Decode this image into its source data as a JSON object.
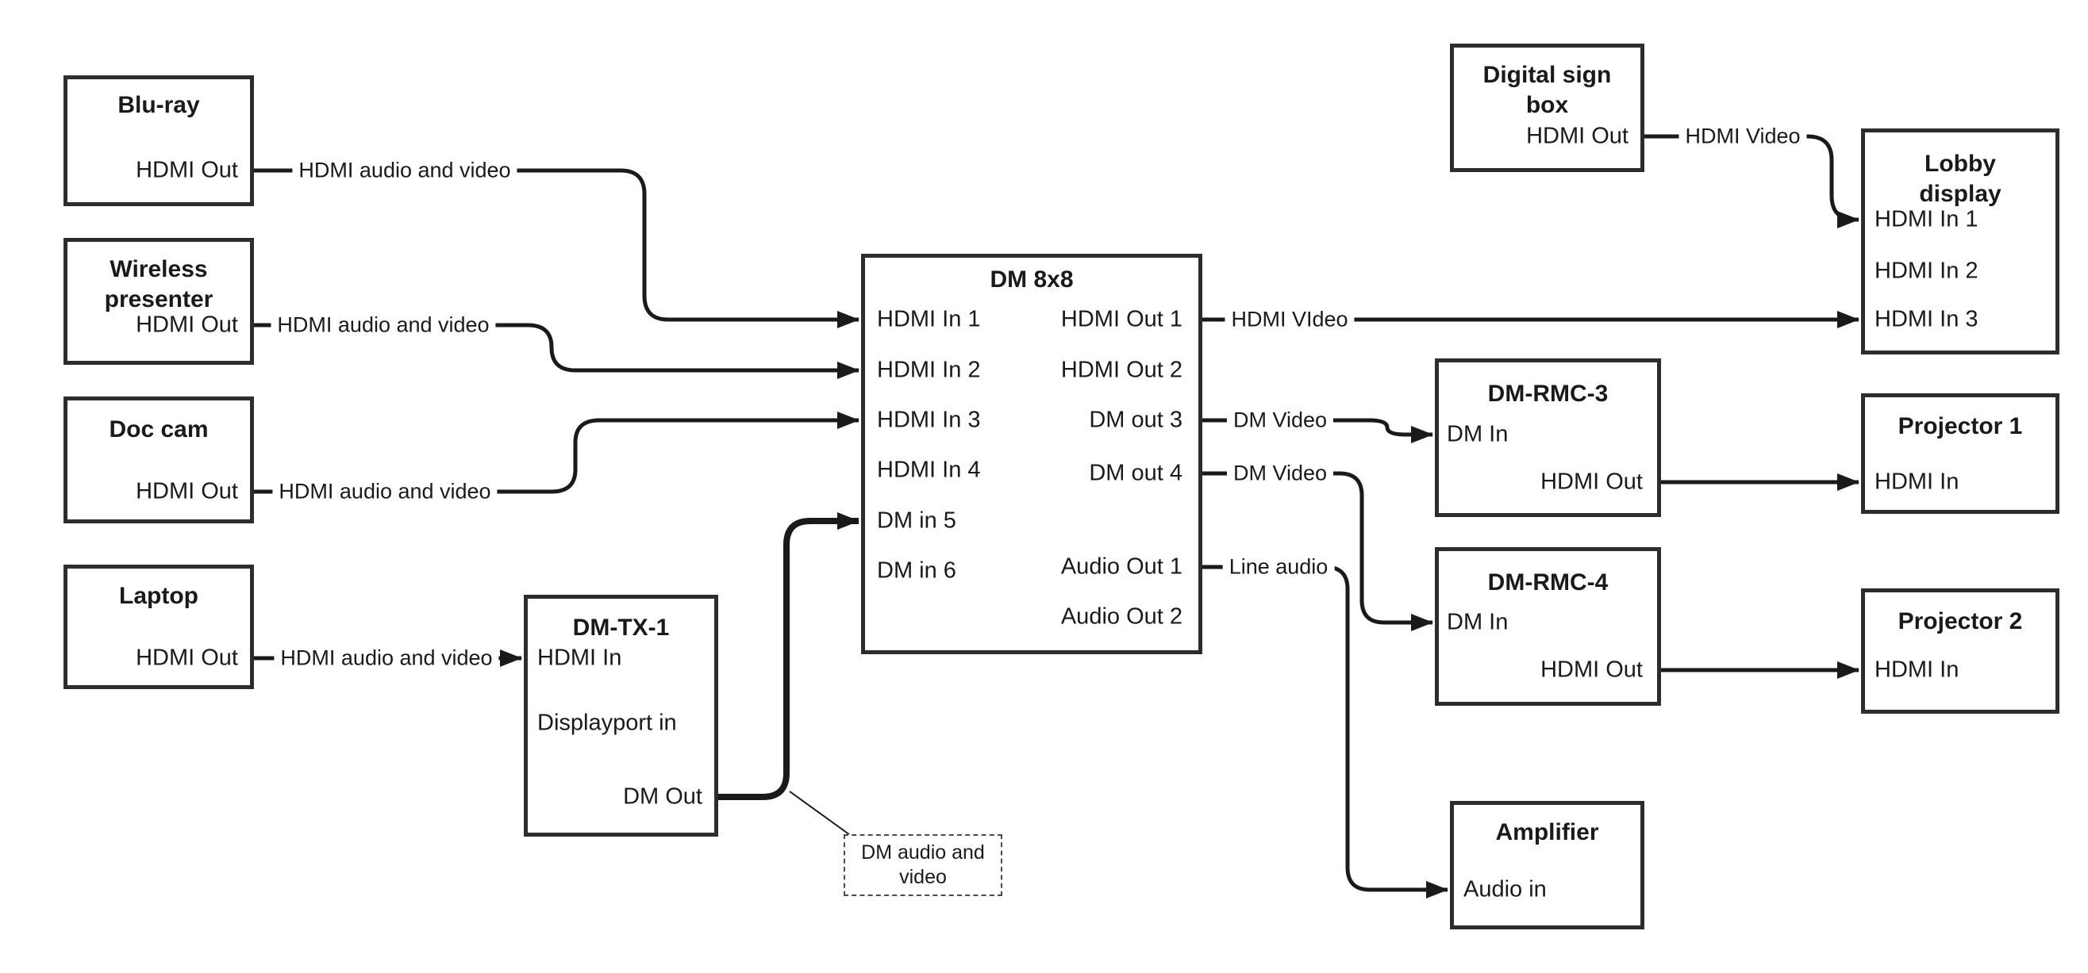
{
  "nodes": {
    "bluray": {
      "title": "Blu-ray",
      "ports": {
        "out": "HDMI Out"
      }
    },
    "wireless": {
      "title_line1": "Wireless",
      "title_line2": "presenter",
      "ports": {
        "out": "HDMI Out"
      }
    },
    "doccam": {
      "title": "Doc cam",
      "ports": {
        "out": "HDMI Out"
      }
    },
    "laptop": {
      "title": "Laptop",
      "ports": {
        "out": "HDMI Out"
      }
    },
    "dmtx1": {
      "title": "DM-TX-1",
      "ports": {
        "hdmi_in": "HDMI In",
        "dp_in": "Displayport in",
        "dm_out": "DM Out"
      }
    },
    "dm8x8": {
      "title": "DM 8x8",
      "ports": {
        "in1": "HDMI In 1",
        "in2": "HDMI In 2",
        "in3": "HDMI In 3",
        "in4": "HDMI In 4",
        "in5": "DM in 5",
        "in6": "DM in 6",
        "out1": "HDMI Out 1",
        "out2": "HDMI Out 2",
        "out3": "DM out 3",
        "out4": "DM out 4",
        "aout1": "Audio Out 1",
        "aout2": "Audio Out 2"
      }
    },
    "signbox": {
      "title_line1": "Digital sign",
      "title_line2": "box",
      "ports": {
        "out": "HDMI Out"
      }
    },
    "lobby": {
      "title_line1": "Lobby",
      "title_line2": "display",
      "ports": {
        "in1": "HDMI In 1",
        "in2": "HDMI In 2",
        "in3": "HDMI In 3"
      }
    },
    "rmc3": {
      "title": "DM-RMC-3",
      "ports": {
        "dm_in": "DM In",
        "hdmi_out": "HDMI Out"
      }
    },
    "rmc4": {
      "title": "DM-RMC-4",
      "ports": {
        "dm_in": "DM In",
        "hdmi_out": "HDMI Out"
      }
    },
    "proj1": {
      "title": "Projector 1",
      "ports": {
        "in": "HDMI In"
      }
    },
    "proj2": {
      "title": "Projector 2",
      "ports": {
        "in": "HDMI In"
      }
    },
    "amp": {
      "title": "Amplifier",
      "ports": {
        "in": "Audio in"
      }
    }
  },
  "wire_labels": {
    "bluray_to_dm8x8": "HDMI audio and video",
    "wireless_to_dm8x8": "HDMI audio and video",
    "doccam_to_dm8x8": "HDMI audio and video",
    "laptop_to_dmtx1": "HDMI audio and video",
    "hdmi_out1_to_lobby": "HDMI VIdeo",
    "signbox_to_lobby": "HDMI Video",
    "dm_out3_to_rmc3": "DM Video",
    "dm_out4_to_rmc4": "DM Video",
    "audio_out1_to_amp": "Line audio"
  },
  "annotation": {
    "line1": "DM audio and",
    "line2": "video"
  },
  "colors": {
    "wire": "#1a1a1a",
    "box_border": "#2d2d2d",
    "background": "#ffffff"
  }
}
